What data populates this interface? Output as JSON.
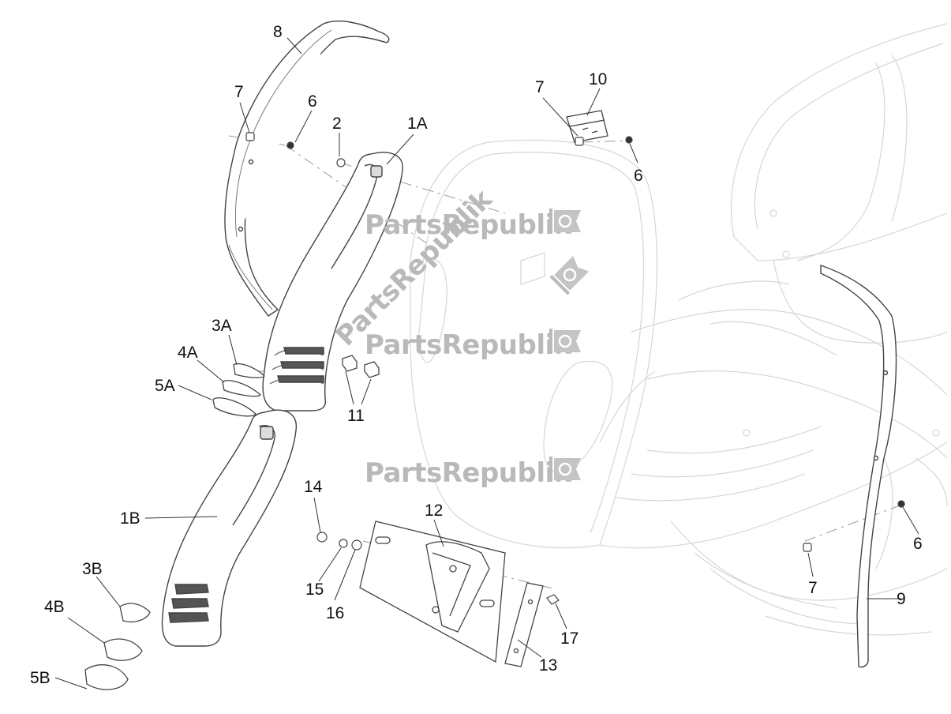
{
  "watermark": {
    "text": "PartsRepublik",
    "icon": "gear-flag-icon"
  },
  "callouts": [
    "8",
    "7",
    "6",
    "2",
    "1A",
    "7",
    "10",
    "6",
    "3A",
    "4A",
    "5A",
    "11",
    "1B",
    "3B",
    "4B",
    "5B",
    "14",
    "12",
    "15",
    "16",
    "13",
    "17",
    "6",
    "7",
    "9"
  ]
}
